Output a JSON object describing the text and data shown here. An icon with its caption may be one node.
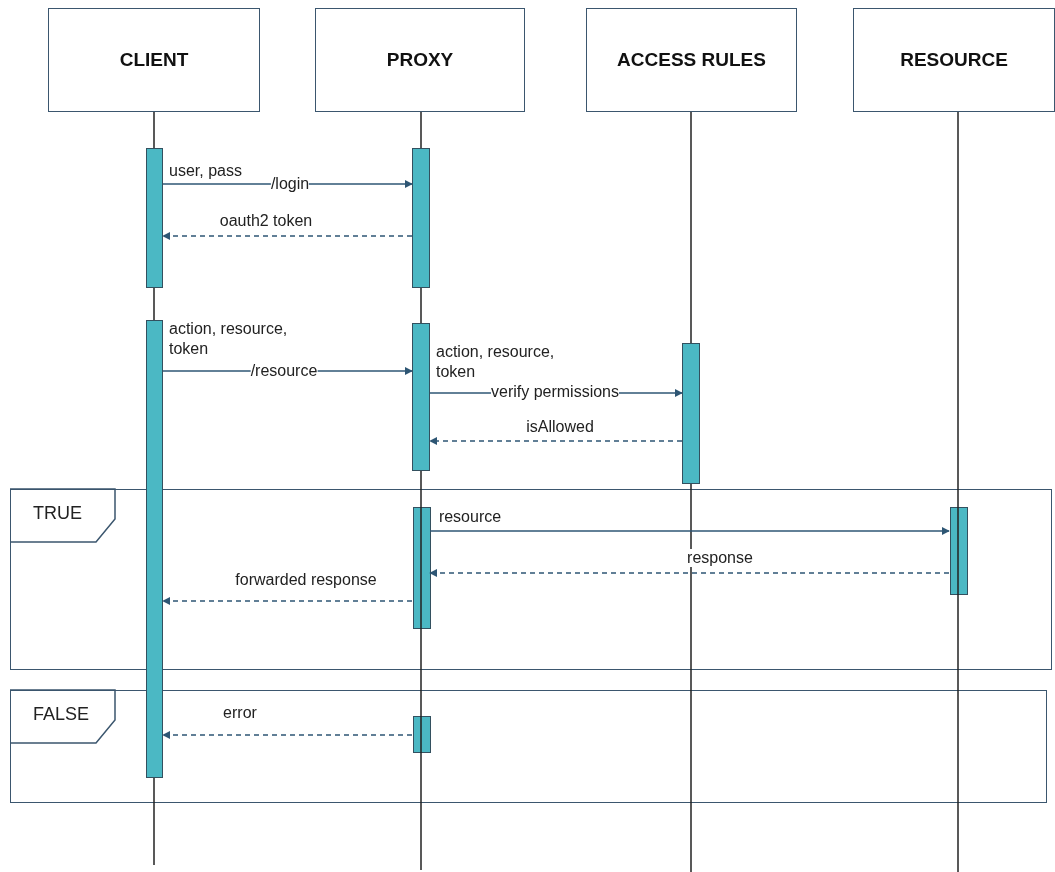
{
  "diagram": {
    "nodes": [
      {
        "text": [
          "CLIENT"
        ]
      },
      {
        "text": [
          "PROXY"
        ]
      },
      {
        "text": [
          "ACCESS RULES"
        ]
      },
      {
        "text": [
          "RESOURCE"
        ]
      },
      {
        "text": [
          "TRUE"
        ]
      },
      {
        "text": [
          "FALSE"
        ]
      },
      {
        "text": [],
        "shape": "bar"
      },
      {
        "text": [],
        "shape": "bar"
      },
      {
        "text": [],
        "shape": "bar"
      },
      {
        "text": [],
        "shape": "bar"
      },
      {
        "text": [],
        "shape": "bar"
      },
      {
        "text": [],
        "shape": "bar",
        "in": 4
      },
      {
        "text": [],
        "shape": "bar",
        "in": 4
      },
      {
        "text": [],
        "shape": "bar",
        "in": 5
      }
    ],
    "edges": [
      {
        "from": 6,
        "to": 7,
        "arrow": "to",
        "label": "/login"
      },
      {
        "from": 7,
        "to": 6,
        "arrow": "to",
        "label": "oauth2 token",
        "style": "dashed"
      },
      {
        "from": 8,
        "to": 9,
        "arrow": "to",
        "label": "/resource"
      },
      {
        "from": 9,
        "to": 10,
        "arrow": "to",
        "label": "verify permissions"
      },
      {
        "from": 10,
        "to": 9,
        "arrow": "to",
        "label": "isAllowed",
        "style": "dashed"
      },
      {
        "from": 11,
        "to": 12,
        "arrow": "to",
        "label": "resource"
      },
      {
        "from": 12,
        "to": 11,
        "arrow": "to",
        "label": "response",
        "style": "dashed"
      },
      {
        "from": 11,
        "to": 8,
        "arrow": "to",
        "label": "forwarded response",
        "style": "dashed"
      },
      {
        "from": 13,
        "to": 8,
        "arrow": "to",
        "label": "error",
        "style": "dashed"
      }
    ],
    "labels": [
      "user, pass",
      "action, resource, token",
      "action, resource, token"
    ]
  }
}
